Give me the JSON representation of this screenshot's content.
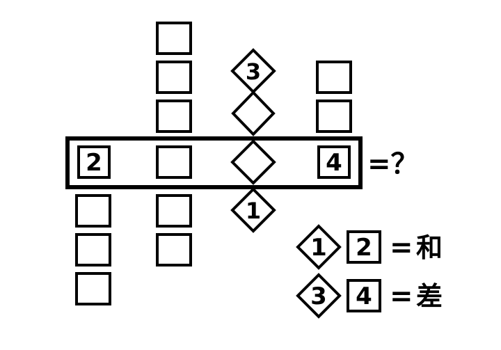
{
  "puzzle": {
    "row_box_numbers": {
      "left": "2",
      "right": "4"
    },
    "diamond_numbers": {
      "top": "3",
      "bottom": "1"
    },
    "equals_question": "=？",
    "legend": [
      {
        "diamond": "1",
        "box": "2",
        "eq": "=",
        "result": "和"
      },
      {
        "diamond": "3",
        "box": "4",
        "eq": "=",
        "result": "差"
      }
    ]
  }
}
